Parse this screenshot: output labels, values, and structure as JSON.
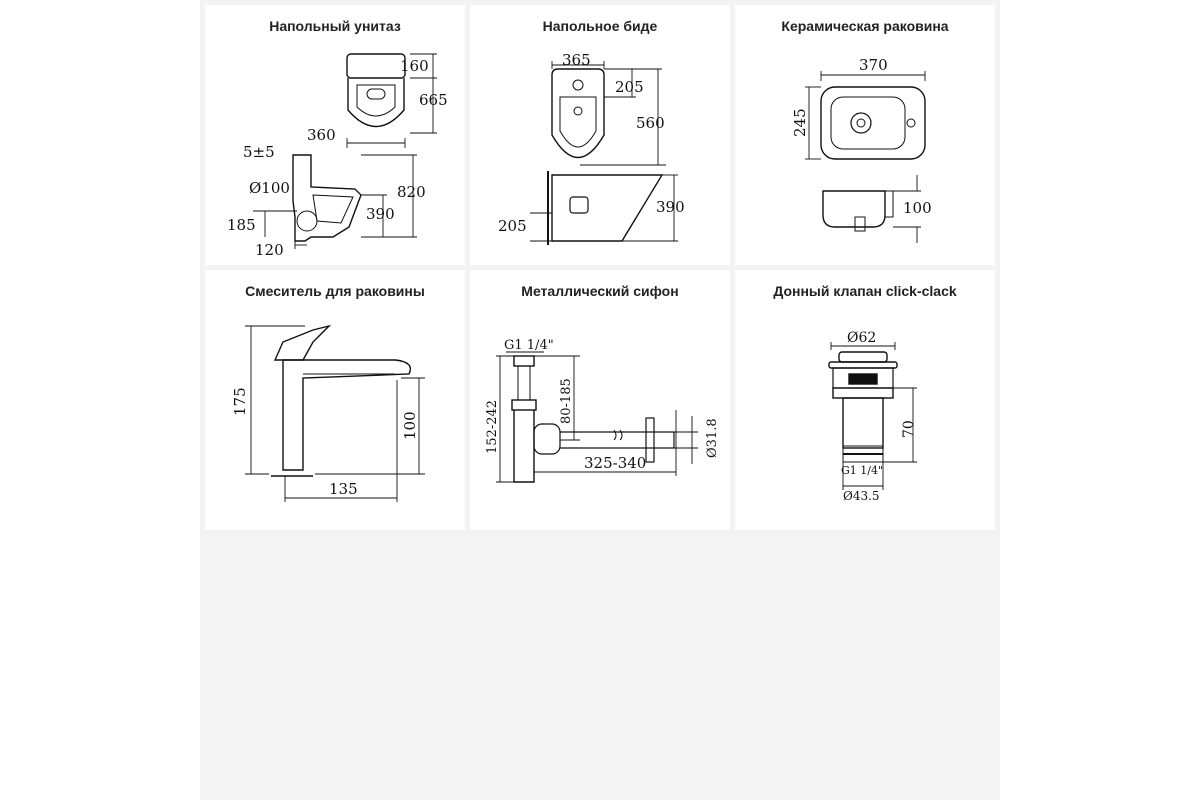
{
  "panels": [
    {
      "title": "Напольный унитаз",
      "dims": {
        "width_top": "360",
        "depth_tank": "160",
        "length": "665",
        "offset": "5±5",
        "outlet": "Ø100",
        "height": "820",
        "seat_height": "390",
        "outlet_height": "185",
        "outlet_offset": "120"
      }
    },
    {
      "title": "Напольное биде",
      "dims": {
        "width": "365",
        "hole_offset": "205",
        "length": "560",
        "height": "390",
        "floor_offset": "205"
      }
    },
    {
      "title": "Керамическая раковина",
      "dims": {
        "width": "370",
        "depth": "245",
        "height": "100"
      }
    },
    {
      "title": "Смеситель для раковины",
      "dims": {
        "height": "175",
        "spout_height": "100",
        "spout_length": "135"
      }
    },
    {
      "title": "Металлический сифон",
      "dims": {
        "thread": "G1 1/4\"",
        "total_height": "152-242",
        "adjust": "80-185",
        "pipe_diameter": "Ø31.8",
        "length": "325-340"
      }
    },
    {
      "title": "Донный клапан click-clack",
      "dims": {
        "top_diameter": "Ø62",
        "height": "70",
        "thread": "G1 1/4\"",
        "bottom_diameter": "Ø43.5"
      }
    }
  ]
}
